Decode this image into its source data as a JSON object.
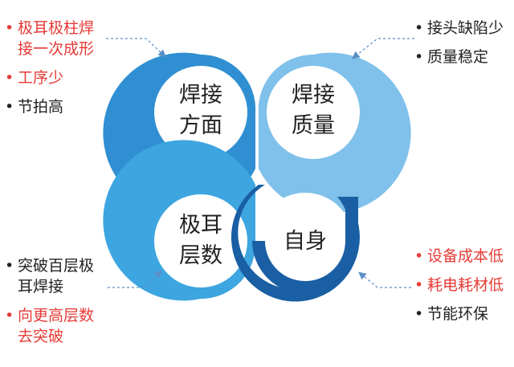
{
  "colors": {
    "red": "#e53b36",
    "black": "#222222",
    "blue_dark": "#1a5fa3",
    "blue_mid": "#2f8fd2",
    "blue_light": "#7fc1ea",
    "connector": "#5b8ec6"
  },
  "quadrants": {
    "top_left": {
      "label": "焊接\n方面"
    },
    "top_right": {
      "label": "焊接\n质量"
    },
    "bottom_left": {
      "label": "极耳\n层数"
    },
    "bottom_right": {
      "label": "自身"
    }
  },
  "lists": {
    "top_left": [
      {
        "text": "极耳极柱焊\n接一次成形",
        "color": "red"
      },
      {
        "text": "工序少",
        "color": "red"
      },
      {
        "text": "节拍高",
        "color": "black"
      }
    ],
    "top_right": [
      {
        "text": "接头缺陷少",
        "color": "black"
      },
      {
        "text": "质量稳定",
        "color": "black"
      }
    ],
    "bottom_left": [
      {
        "text": "突破百层极\n耳焊接",
        "color": "black"
      },
      {
        "text": "向更高层数\n去突破",
        "color": "red"
      }
    ],
    "bottom_right": [
      {
        "text": "设备成本低",
        "color": "red"
      },
      {
        "text": "耗电耗材低",
        "color": "red"
      },
      {
        "text": "节能环保",
        "color": "black"
      }
    ]
  }
}
